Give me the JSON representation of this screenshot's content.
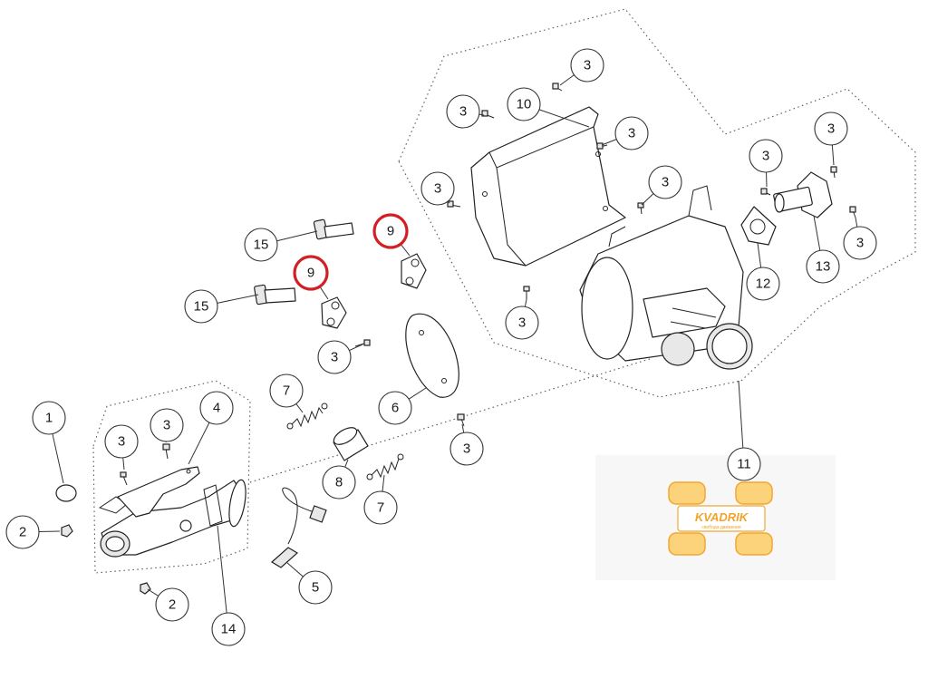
{
  "callouts": [
    {
      "label": "1",
      "highlighted": false
    },
    {
      "label": "2",
      "highlighted": false
    },
    {
      "label": "2",
      "highlighted": false
    },
    {
      "label": "3",
      "highlighted": false
    },
    {
      "label": "3",
      "highlighted": false
    },
    {
      "label": "3",
      "highlighted": false
    },
    {
      "label": "3",
      "highlighted": false
    },
    {
      "label": "3",
      "highlighted": false
    },
    {
      "label": "3",
      "highlighted": false
    },
    {
      "label": "3",
      "highlighted": false
    },
    {
      "label": "3",
      "highlighted": false
    },
    {
      "label": "3",
      "highlighted": false
    },
    {
      "label": "3",
      "highlighted": false
    },
    {
      "label": "3",
      "highlighted": false
    },
    {
      "label": "3",
      "highlighted": false
    },
    {
      "label": "3",
      "highlighted": false
    },
    {
      "label": "4",
      "highlighted": false
    },
    {
      "label": "5",
      "highlighted": false
    },
    {
      "label": "6",
      "highlighted": false
    },
    {
      "label": "7",
      "highlighted": false
    },
    {
      "label": "7",
      "highlighted": false
    },
    {
      "label": "8",
      "highlighted": false
    },
    {
      "label": "9",
      "highlighted": true
    },
    {
      "label": "9",
      "highlighted": true
    },
    {
      "label": "10",
      "highlighted": false
    },
    {
      "label": "11",
      "highlighted": false
    },
    {
      "label": "12",
      "highlighted": false
    },
    {
      "label": "13",
      "highlighted": false
    },
    {
      "label": "14",
      "highlighted": false
    },
    {
      "label": "15",
      "highlighted": false
    },
    {
      "label": "15",
      "highlighted": false
    }
  ],
  "watermark": {
    "brand": "KVADRIK",
    "tagline": "свобода движения",
    "color": "#f2a32a"
  },
  "highlight_color": "#d21f25"
}
